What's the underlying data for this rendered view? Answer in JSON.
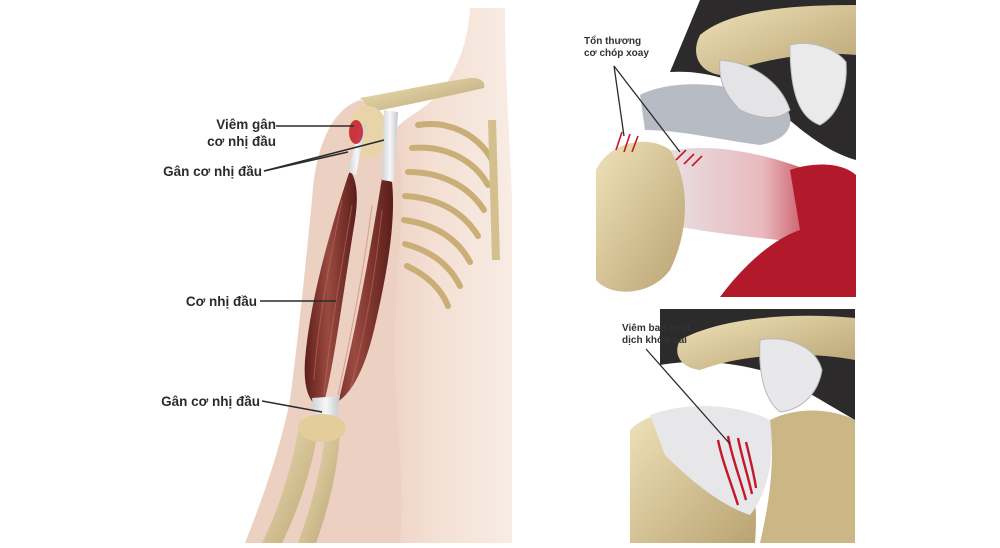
{
  "labels": {
    "bursitis_line1": "Viêm gân",
    "bursitis_line2": "cơ nhị đầu",
    "tendon_upper": "Gân cơ nhị đầu",
    "muscle": "Cơ nhị đầu",
    "tendon_lower": "Gân cơ nhị đầu",
    "rotator_line1": "Tổn thương",
    "rotator_line2": "cơ chóp xoay",
    "synovitis_line1": "Viêm bao hoạt",
    "synovitis_line2": "dịch khớp vai"
  },
  "colors": {
    "skin": "#f1d9cb",
    "bone": "#d8c79a",
    "muscle": "#7a2e2a",
    "tendon": "#e6e6e6",
    "inflamed": "#c4182a",
    "panel_dark": "#2a2a2a"
  }
}
